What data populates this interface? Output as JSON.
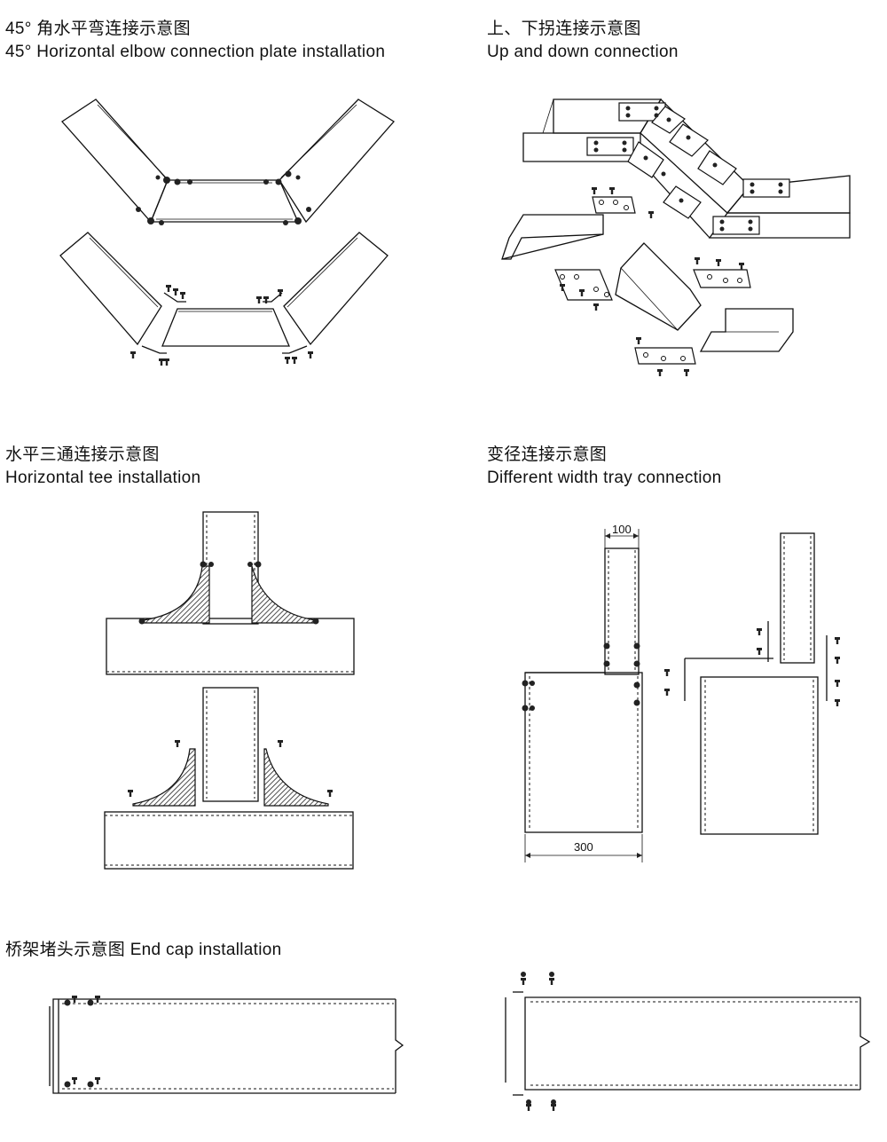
{
  "sections": [
    {
      "zh": "45° 角水平弯连接示意图",
      "en": "45° Horizontal elbow connection plate installation"
    },
    {
      "zh": "上、下拐连接示意图",
      "en": "Up and down connection"
    },
    {
      "zh": "水平三通连接示意图",
      "en": "Horizontal tee installation"
    },
    {
      "zh": "变径连接示意图",
      "en": "Different width tray connection"
    },
    {
      "zh": "桥架堵头示意图",
      "en": "End cap installation"
    }
  ],
  "dimensions": {
    "top_width": "100",
    "bottom_width": "300"
  }
}
